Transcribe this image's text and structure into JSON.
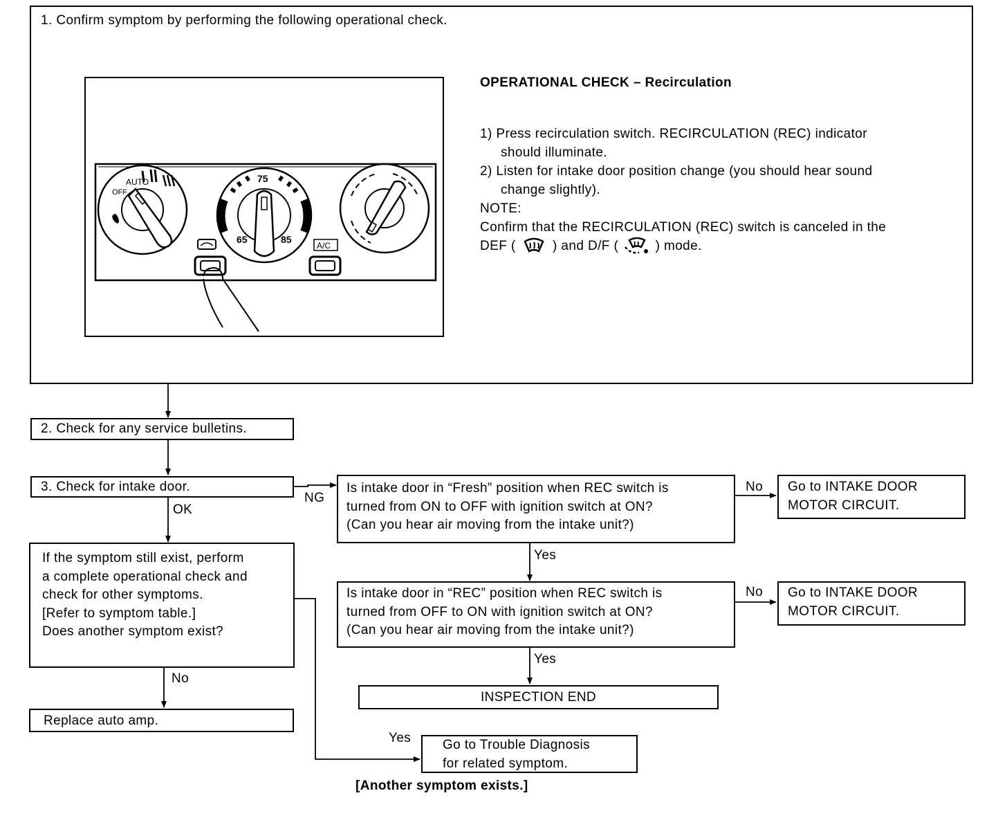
{
  "step1": {
    "title": "1. Confirm symptom by performing the following operational check.",
    "panel": {
      "fan_labels": [
        "AUTO",
        "OFF"
      ],
      "temp_labels": [
        "75",
        "65",
        "85"
      ],
      "ac_button_label": "A/C"
    },
    "op_check": {
      "heading": "OPERATIONAL CHECK – Recirculation",
      "item1_line1": "1)  Press recirculation switch. RECIRCULATION (REC) indicator",
      "item1_line2": "should illuminate.",
      "item2_line1": "2)  Listen for intake door position change (you should hear sound",
      "item2_line2": "change slightly).",
      "note_label": "NOTE:",
      "note_line1": "Confirm that the RECIRCULATION (REC) switch is canceled in the",
      "note_def_prefix": "DEF (",
      "note_mid": ") and D/F (",
      "note_suffix": ") mode."
    }
  },
  "step2": {
    "label": "2. Check for any service bulletins."
  },
  "step3": {
    "label": "3. Check for intake door."
  },
  "labels": {
    "ng": "NG",
    "ok": "OK",
    "no": "No",
    "yes": "Yes",
    "another_symptom": "[Another symptom exists.]"
  },
  "q_fresh": {
    "text": "Is intake door in “Fresh” position when REC switch is\nturned from ON to OFF with ignition switch at ON?\n(Can you hear air moving from the intake unit?)"
  },
  "q_rec": {
    "text": "Is intake door in “REC” position when REC switch is\nturned from OFF to ON with ignition switch at ON?\n(Can you hear air moving from the intake unit?)"
  },
  "goto_motor": {
    "text": "Go to INTAKE DOOR\nMOTOR CIRCUIT."
  },
  "inspection_end": {
    "text": "INSPECTION END"
  },
  "symptom_box": {
    "text": "If the symptom still exist, perform\na complete operational check and\ncheck for other symptoms.\n[Refer to symptom table.]\nDoes another symptom exist?"
  },
  "replace": {
    "text": "Replace auto amp."
  },
  "trouble_diag": {
    "text": "Go to Trouble Diagnosis\nfor related symptom."
  }
}
